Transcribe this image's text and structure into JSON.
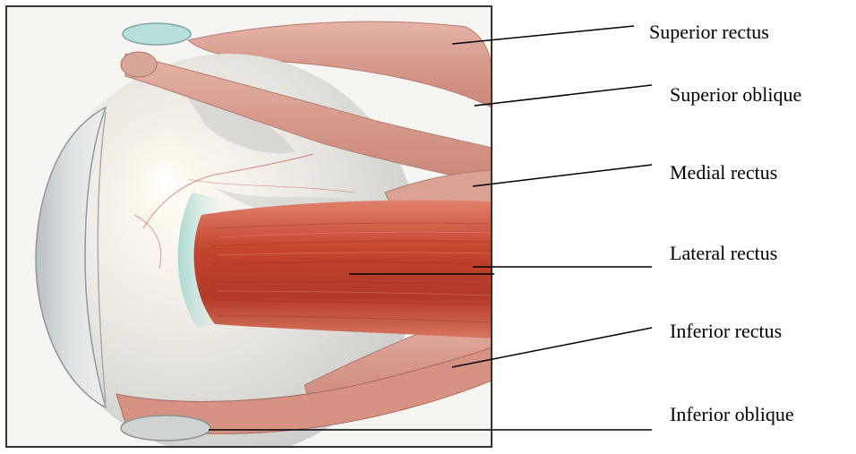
{
  "labels": {
    "superior_rectus": "Superior rectus",
    "superior_oblique": "Superior oblique",
    "medial_rectus": "Medial rectus",
    "lateral_rectus": "Lateral rectus",
    "inferior_rectus": "Inferior rectus",
    "inferior_oblique": "Inferior oblique"
  },
  "colors": {
    "frame": "#333333",
    "sclera": "#e9e7e2",
    "muscle_light": "#d9998d",
    "muscle_dark": "#b94a34",
    "tendon": "#b8dcd8",
    "leader_line": "#000000"
  }
}
